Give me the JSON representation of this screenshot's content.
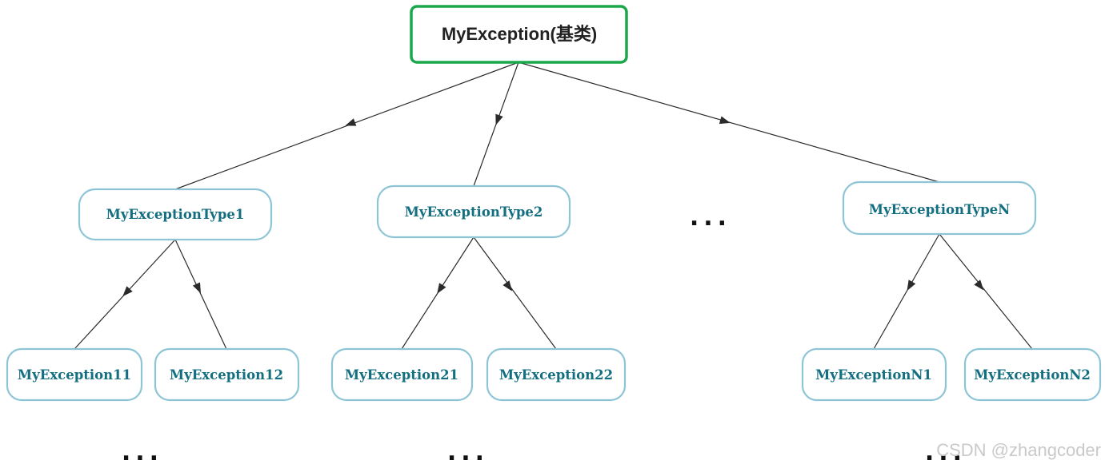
{
  "diagram": {
    "root": {
      "label": "MyException(基类)"
    },
    "level1": [
      {
        "label": "MyExceptionType1"
      },
      {
        "label": "MyExceptionType2"
      },
      {
        "label": "MyExceptionTypeN"
      }
    ],
    "level2": [
      {
        "label": "MyException11"
      },
      {
        "label": "MyException12"
      },
      {
        "label": "MyException21"
      },
      {
        "label": "MyException22"
      },
      {
        "label": "MyExceptionN1"
      },
      {
        "label": "MyExceptionN2"
      }
    ],
    "ellipses": {
      "level1_gap": "...",
      "below_type1": "...",
      "below_type2": "...",
      "below_typeN": "..."
    }
  },
  "watermark": {
    "text": "CSDN @zhangcoder"
  },
  "colors": {
    "root_border": "#1aa84a",
    "node_border": "#8ec5d6",
    "node_text": "#136e80",
    "edge": "#2b2b2b"
  }
}
